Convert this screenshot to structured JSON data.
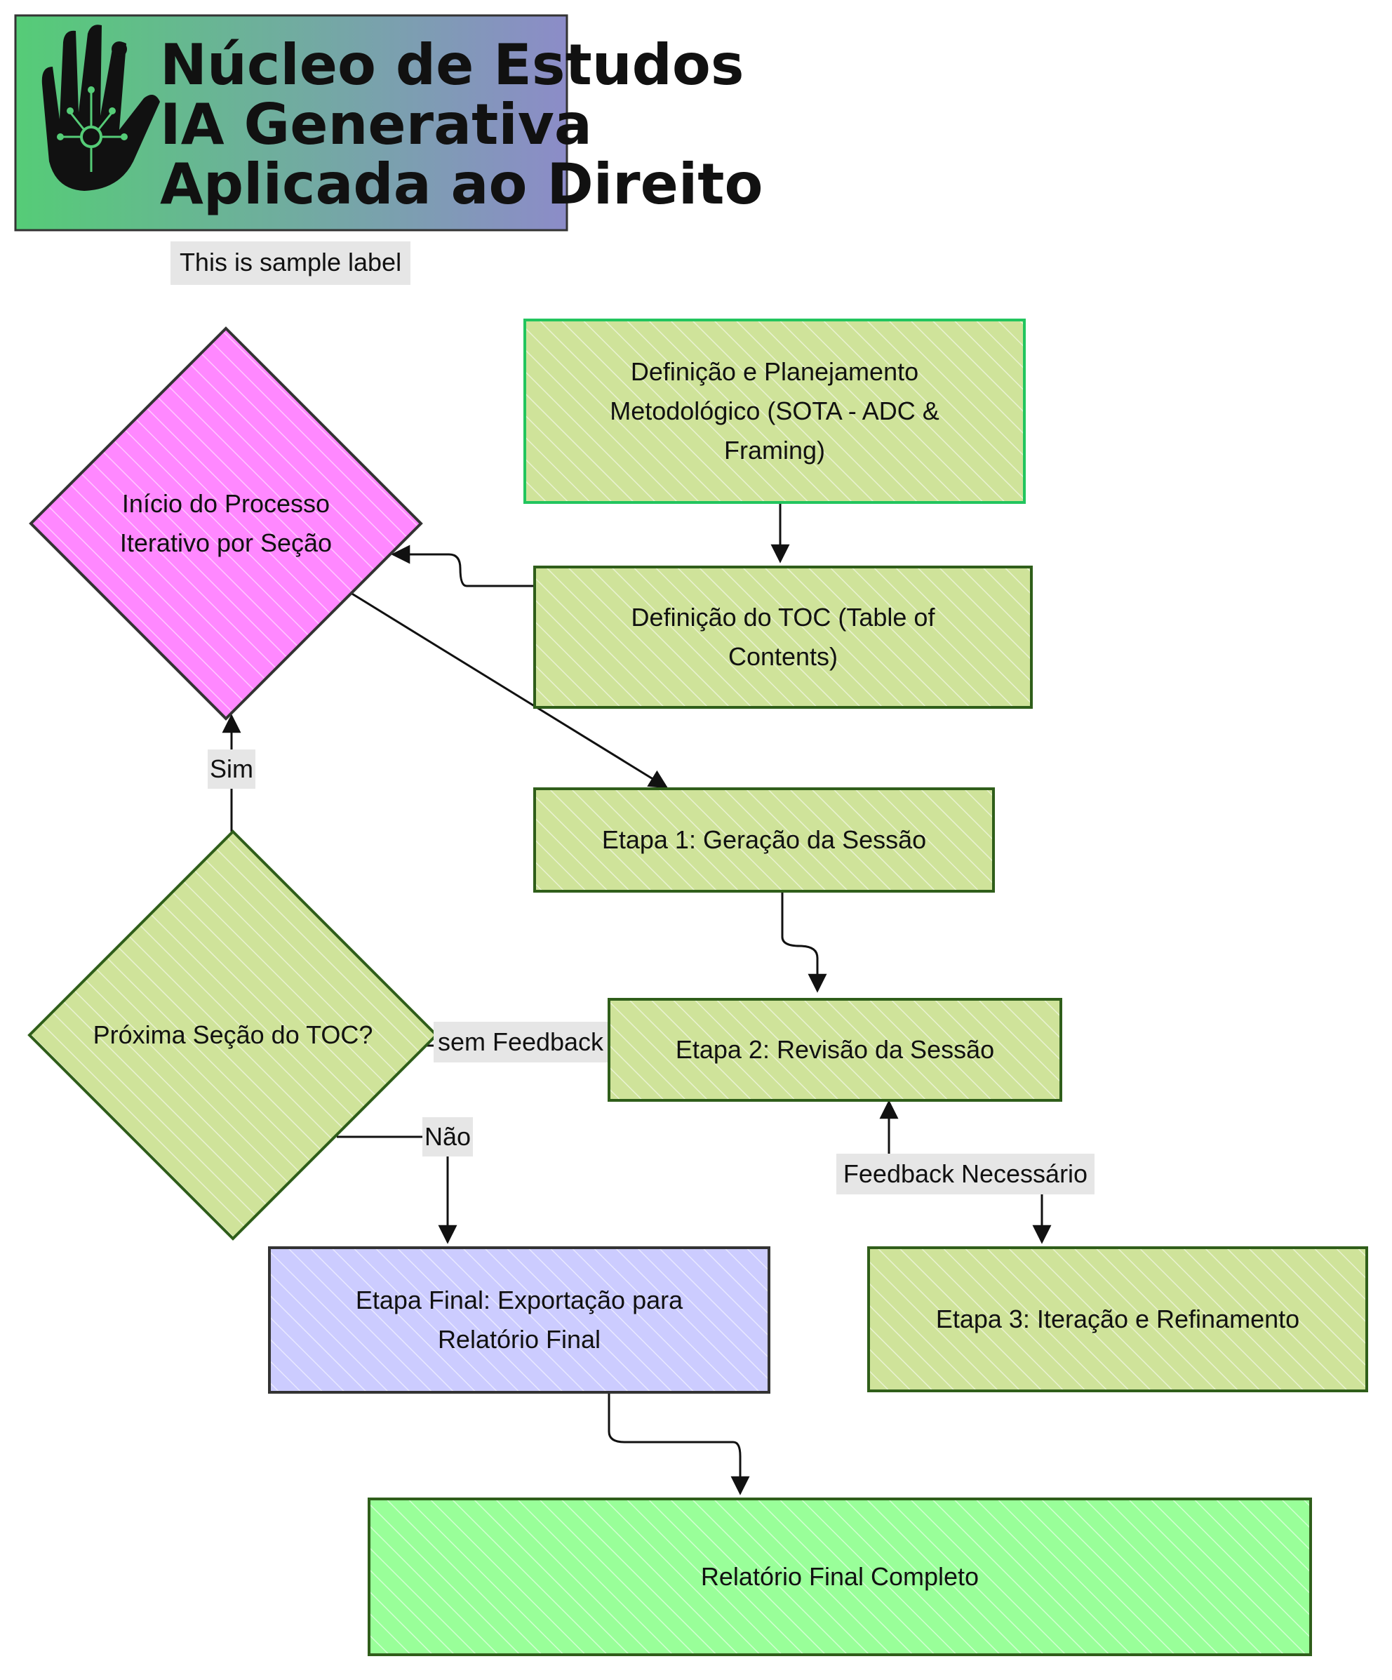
{
  "logo": {
    "lines": [
      "Núcleo de Estudos",
      "IA Generativa",
      "Aplicada ao Direito"
    ],
    "icon": "circuit-hand-icon",
    "gradient": [
      "#55cc77",
      "#8c8cc8"
    ]
  },
  "caption": "This is sample label",
  "nodes": {
    "definicao_planejamento": {
      "lines": [
        "Definição e Planejamento",
        "Metodológico (SOTA - ADC &",
        "Framing)"
      ],
      "fill": "#cfe39a",
      "stroke": "#22c55e"
    },
    "definicao_toc": {
      "lines": [
        "Definição do TOC (Table of",
        "Contents)"
      ],
      "fill": "#cfe39a",
      "stroke": "#2f5e1a"
    },
    "inicio_processo": {
      "lines": [
        "Início do Processo",
        "Iterativo por Seção"
      ],
      "fill": "#ff88ff",
      "stroke": "#333333"
    },
    "etapa1": {
      "lines": [
        "Etapa 1: Geração da Sessão"
      ],
      "fill": "#cfe39a",
      "stroke": "#2f5e1a"
    },
    "etapa2": {
      "lines": [
        "Etapa 2: Revisão da Sessão"
      ],
      "fill": "#cfe39a",
      "stroke": "#2f5e1a"
    },
    "proxima_secao": {
      "lines": [
        "Próxima Seção do TOC?"
      ],
      "fill": "#cfe39a",
      "stroke": "#2f5e1a"
    },
    "etapa3": {
      "lines": [
        "Etapa 3: Iteração e Refinamento"
      ],
      "fill": "#cfe39a",
      "stroke": "#2f5e1a"
    },
    "etapa_final": {
      "lines": [
        "Etapa Final: Exportação para",
        "Relatório Final"
      ],
      "fill": "#ccccff",
      "stroke": "#333333"
    },
    "relatorio_final": {
      "lines": [
        "Relatório Final Completo"
      ],
      "fill": "#99ff99",
      "stroke": "#2f5e1a"
    }
  },
  "edge_labels": {
    "sim": "Sim",
    "sem_feedback": "sem Feedback",
    "nao": "Não",
    "feedback_necessario": "Feedback Necessário"
  }
}
